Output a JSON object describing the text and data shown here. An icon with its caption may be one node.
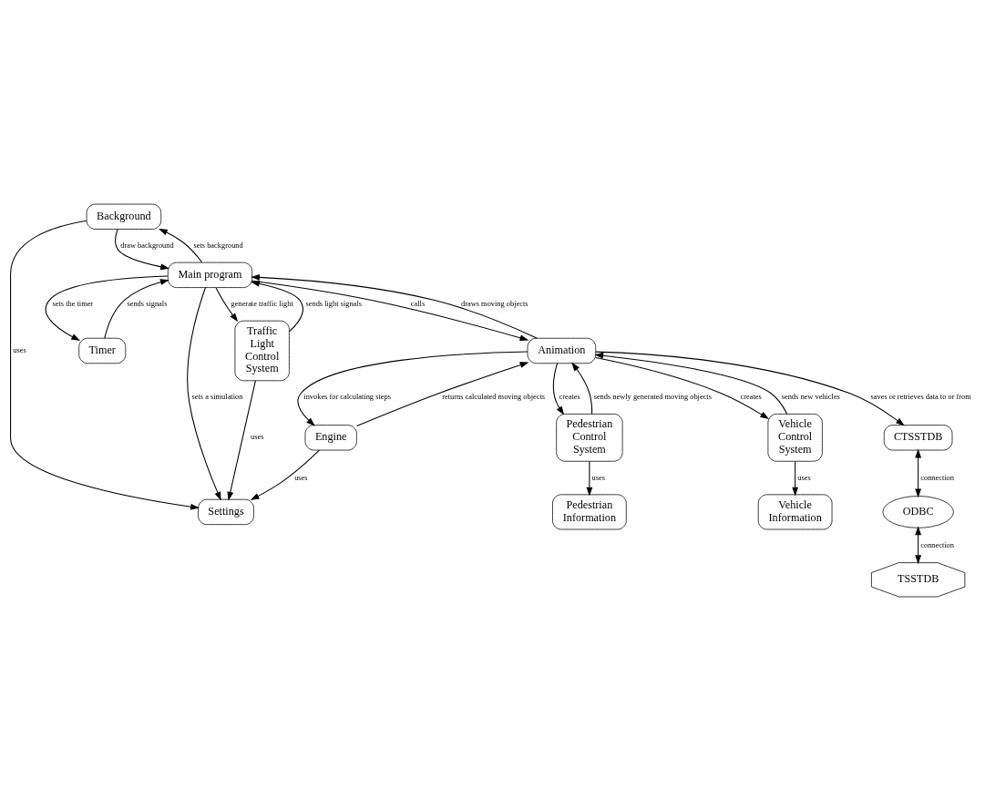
{
  "diagram": {
    "nodes": [
      {
        "text": [
          "Settings"
        ]
      },
      {
        "text": [
          "Timer"
        ]
      },
      {
        "text": [
          "Background"
        ]
      },
      {
        "text": [
          "Main program"
        ]
      },
      {
        "text": [
          "Traffic Light Control System"
        ]
      },
      {
        "text": [
          "Engine"
        ]
      },
      {
        "text": [
          "Animation"
        ]
      },
      {
        "text": [
          "Pedestrian Control System"
        ]
      },
      {
        "text": [
          "Vehicle Control System"
        ]
      },
      {
        "text": [
          "CTSSTDB"
        ]
      },
      {
        "text": [
          "Pedestrian Information"
        ]
      },
      {
        "text": [
          "ODBC"
        ]
      },
      {
        "text": [
          "Vehicle Information"
        ]
      },
      {
        "text": [
          "TSSTDB"
        ]
      }
    ],
    "edges": [
      {
        "from": 4,
        "to": 0,
        "arrow": "to",
        "label": "uses"
      },
      {
        "from": 5,
        "to": 0,
        "arrow": "to",
        "label": "uses"
      },
      {
        "from": 3,
        "to": 0,
        "arrow": "to",
        "label": "sets a simulation"
      },
      {
        "from": 2,
        "to": 0,
        "arrow": "to",
        "label": "uses"
      },
      {
        "from": 3,
        "to": 1,
        "arrow": "to",
        "label": "sets the timer"
      },
      {
        "from": 1,
        "to": 3,
        "arrow": "to",
        "label": "sends signals"
      },
      {
        "from": 3,
        "to": 2,
        "arrow": "to",
        "label": "sets background"
      },
      {
        "from": 2,
        "to": 3,
        "arrow": "to",
        "label": "draw background"
      },
      {
        "from": 3,
        "to": 4,
        "arrow": "to",
        "label": "generate traffic light"
      },
      {
        "from": 4,
        "to": 3,
        "arrow": "to",
        "label": "sends light signals"
      },
      {
        "from": 3,
        "to": 6,
        "arrow": "to",
        "label": "calls"
      },
      {
        "from": 6,
        "to": 3,
        "arrow": "to",
        "label": "draws moving objects"
      },
      {
        "from": 6,
        "to": 5,
        "arrow": "to",
        "label": "invokes for calculating steps"
      },
      {
        "from": 5,
        "to": 6,
        "arrow": "to",
        "label": "returns calculated moving objects"
      },
      {
        "from": 6,
        "to": 9,
        "arrow": "to",
        "label": "saves or retrieves data to or from"
      },
      {
        "from": 7,
        "to": 6,
        "arrow": "to",
        "label": "sends newly generated moving objects"
      },
      {
        "from": 6,
        "to": 7,
        "arrow": "to",
        "label": "creates"
      },
      {
        "from": 6,
        "to": 8,
        "arrow": "to",
        "label": "creates"
      },
      {
        "from": 8,
        "to": 6,
        "arrow": "to",
        "label": "sends new vehicles"
      },
      {
        "from": 7,
        "to": 10,
        "arrow": "to",
        "label": "uses"
      },
      {
        "from": 8,
        "to": 12,
        "arrow": "to",
        "label": "uses"
      },
      {
        "from": 9,
        "to": 11,
        "arrow": "both",
        "label": "connection"
      },
      {
        "from": 11,
        "to": 13,
        "arrow": "both",
        "label": "connection"
      }
    ]
  }
}
